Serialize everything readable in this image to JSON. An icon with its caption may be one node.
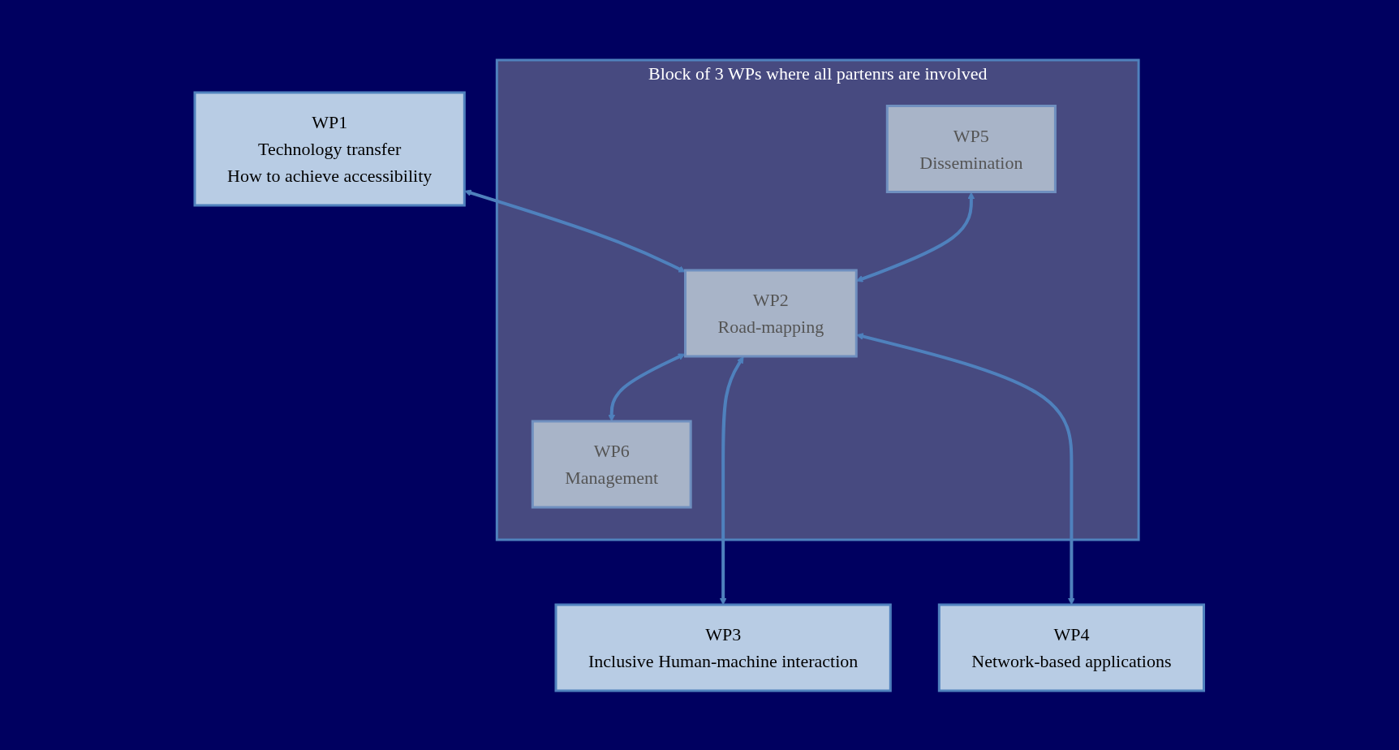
{
  "diagram": {
    "nodes": [
      {
        "text": [
          "WP1",
          "Technology transfer",
          "How to achieve accessibility"
        ]
      },
      {
        "text": [
          "Block of 3 WPs where all partenrs are involved"
        ]
      },
      {
        "text": [
          "WP5",
          "Dissemination"
        ],
        "in": 1
      },
      {
        "text": [
          "WP2",
          "Road-mapping"
        ],
        "in": 1
      },
      {
        "text": [
          "WP6",
          "Management"
        ],
        "in": 1
      },
      {
        "text": [
          "WP3",
          "Inclusive Human-machine interaction"
        ]
      },
      {
        "text": [
          "WP4",
          "Network-based applications"
        ]
      }
    ],
    "edges": [
      {
        "from": 0,
        "to": 3,
        "arrow": "both"
      },
      {
        "from": 2,
        "to": 3,
        "arrow": "both"
      },
      {
        "from": 3,
        "to": 4,
        "arrow": "both"
      },
      {
        "from": 3,
        "to": 5,
        "arrow": "both"
      },
      {
        "from": 3,
        "to": 6,
        "arrow": "both"
      }
    ]
  }
}
